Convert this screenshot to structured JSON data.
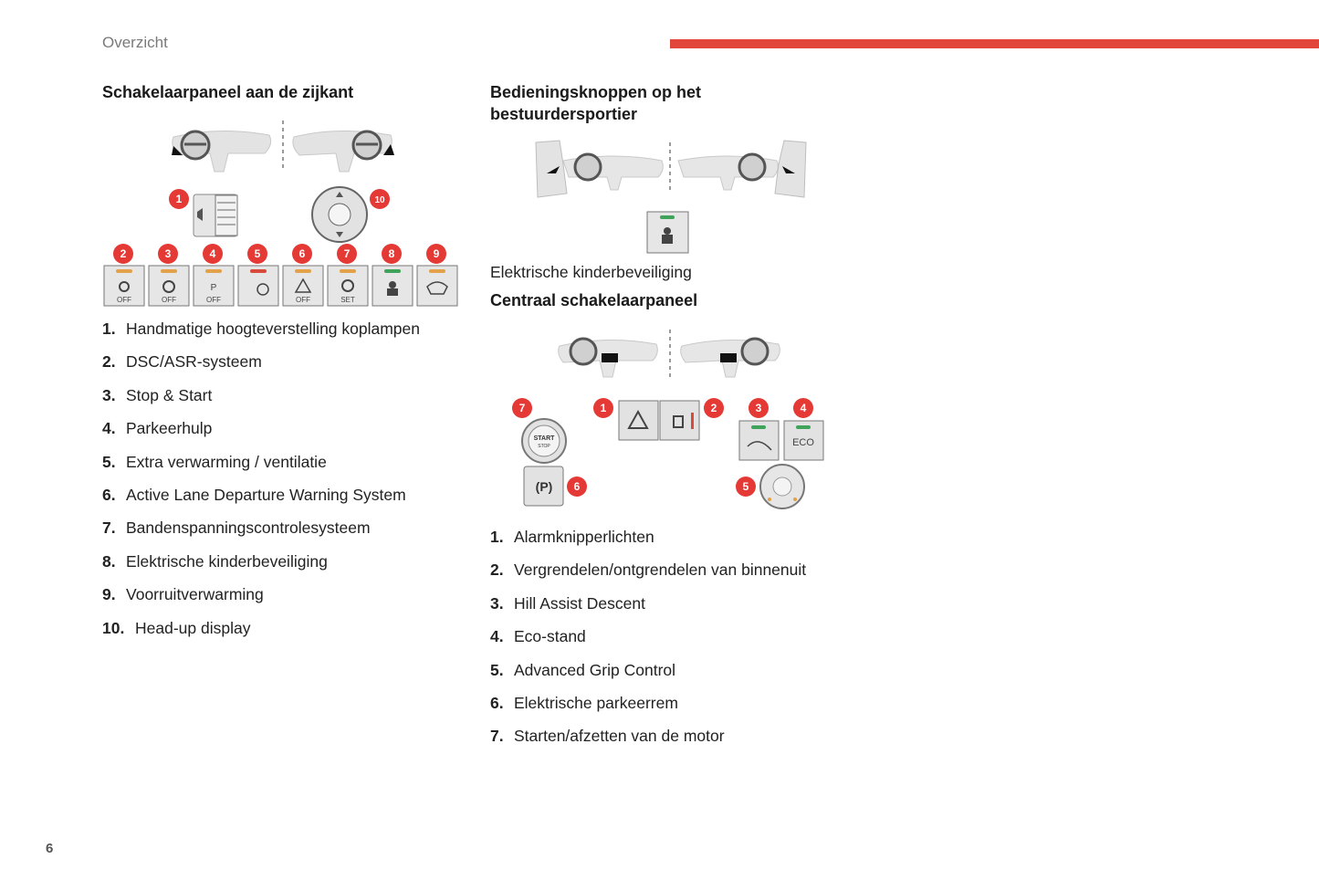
{
  "header": {
    "section_label": "Overzicht",
    "accent_color": "#e2463a"
  },
  "left": {
    "title": "Schakelaarpaneel aan de zijkant",
    "items": [
      {
        "num": "1.",
        "text": "Handmatige hoogteverstelling koplampen"
      },
      {
        "num": "2.",
        "text": "DSC/ASR-systeem"
      },
      {
        "num": "3.",
        "text": "Stop & Start"
      },
      {
        "num": "4.",
        "text": "Parkeerhulp"
      },
      {
        "num": "5.",
        "text": "Extra verwarming / ventilatie"
      },
      {
        "num": "6.",
        "text": "Active Lane Departure Warning System"
      },
      {
        "num": "7.",
        "text": "Bandenspanningscontrolesysteem"
      },
      {
        "num": "8.",
        "text": "Elektrische kinderbeveiliging"
      },
      {
        "num": "9.",
        "text": "Voorruitverwarming"
      },
      {
        "num": "10.",
        "text": "Head-up display"
      }
    ],
    "figure": {
      "badges": [
        "1",
        "2",
        "3",
        "4",
        "5",
        "6",
        "7",
        "8",
        "9",
        "10"
      ],
      "button_labels": [
        "OFF",
        "OFF",
        "OFF",
        "",
        "OFF",
        "SET",
        "",
        ""
      ]
    }
  },
  "right": {
    "door_title": "Bedieningsknoppen op het bestuurdersportier",
    "door_caption": "Elektrische kinderbeveiliging",
    "center_title": "Centraal schakelaarpaneel",
    "items": [
      {
        "num": "1.",
        "text": "Alarmknipperlichten"
      },
      {
        "num": "2.",
        "text": "Vergrendelen/ontgrendelen van binnenuit"
      },
      {
        "num": "3.",
        "text": "Hill Assist Descent"
      },
      {
        "num": "4.",
        "text": "Eco-stand"
      },
      {
        "num": "5.",
        "text": "Advanced Grip Control"
      },
      {
        "num": "6.",
        "text": "Elektrische parkeerrem"
      },
      {
        "num": "7.",
        "text": "Starten/afzetten van de motor"
      }
    ],
    "figure": {
      "badges": [
        "1",
        "2",
        "3",
        "4",
        "5",
        "6",
        "7"
      ],
      "start_label": "START",
      "stop_label": "STOP",
      "eco_label": "ECO",
      "parking_label": "(P)"
    }
  },
  "footer": {
    "page_number": "6"
  }
}
